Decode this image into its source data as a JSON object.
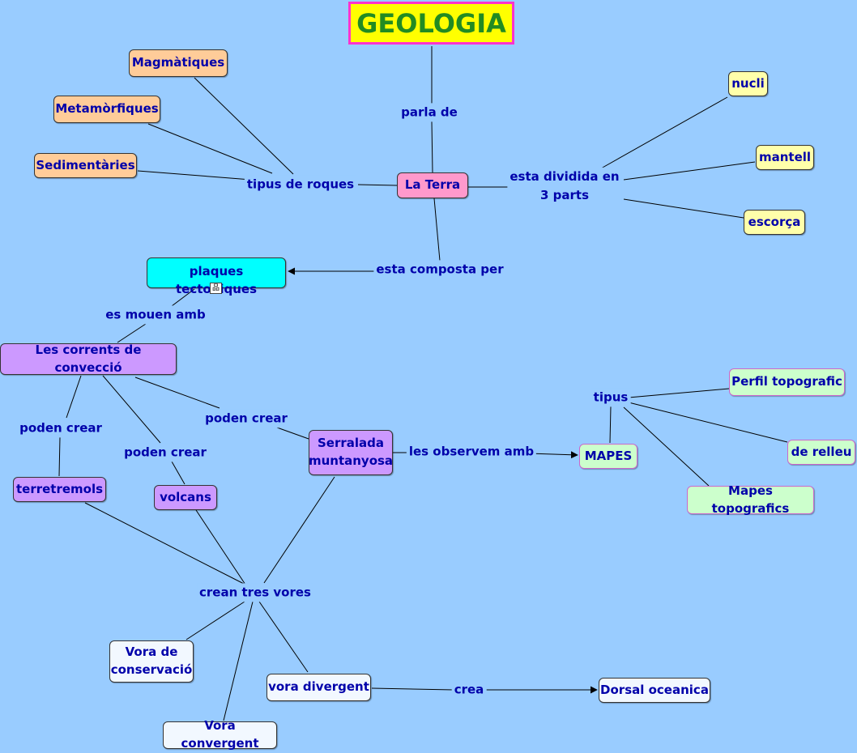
{
  "title": "GEOLOGIA",
  "nodes": {
    "magmatiques": "Magmàtiques",
    "metamorfiques": "Metamòrfiques",
    "sedimentaries": "Sedimentàries",
    "la_terra": "La Terra",
    "nucli": "nucli",
    "mantell": "mantell",
    "escorca": "escorça",
    "plaques": "plaques tectoniques",
    "corrents": "Les corrents de convecció",
    "terretremols": "terretremols",
    "volcans": "volcans",
    "serralada": "Serralada\nmuntanyosa",
    "mapes": "MAPES",
    "perfil": "Perfil topografic",
    "relleu": "de relleu",
    "mapes_topo": "Mapes topografics",
    "vora_conservacio": "Vora de\nconservació",
    "vora_divergent": "vora divergent",
    "vora_convergent": "Vora convergent",
    "dorsal": "Dorsal oceanica"
  },
  "links": {
    "parla_de": "parla de",
    "tipus_roques": "tipus de roques",
    "dividida": "esta dividida en\n3 parts",
    "composta": "esta composta per",
    "mouen": "es mouen amb",
    "poden1": "poden crear",
    "poden2": "poden crear",
    "poden3": "poden crear",
    "observem": "les observem amb",
    "tipus": "tipus",
    "crean": "crean tres vores",
    "crea": "crea"
  },
  "submap_icon": "submap-icon",
  "colors": {
    "background": "#99ccff",
    "text": "#0000aa",
    "title_text": "#228b22",
    "title_bg": "#ffff00",
    "title_border": "#ff33cc"
  }
}
